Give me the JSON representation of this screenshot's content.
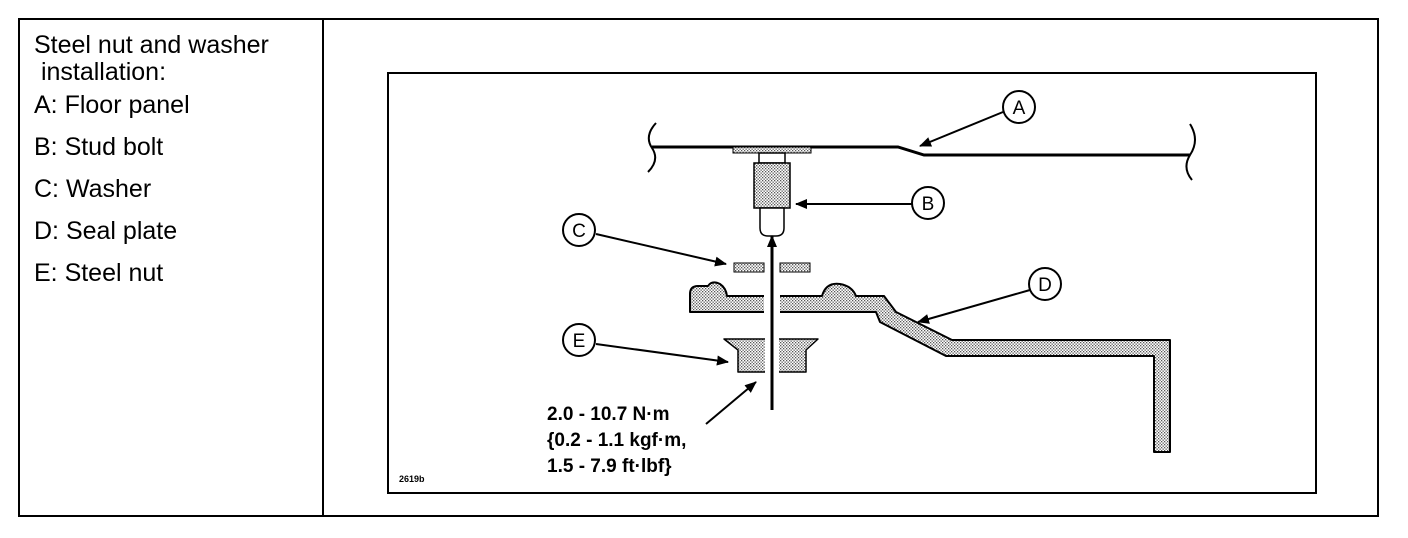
{
  "legend": {
    "title": "Steel nut and washer\n installation:",
    "items": [
      "A: Floor panel",
      "B: Stud bolt",
      "C: Washer",
      "D: Seal plate",
      "E: Steel nut"
    ]
  },
  "diagram": {
    "callouts": [
      "A",
      "B",
      "C",
      "D",
      "E"
    ],
    "torque": {
      "line1": "2.0 - 10.7 N·m",
      "line2": "{0.2 - 1.1 kgf·m,",
      "line3": "1.5 - 7.9 ft·lbf}"
    },
    "figure_id": "2619b"
  }
}
